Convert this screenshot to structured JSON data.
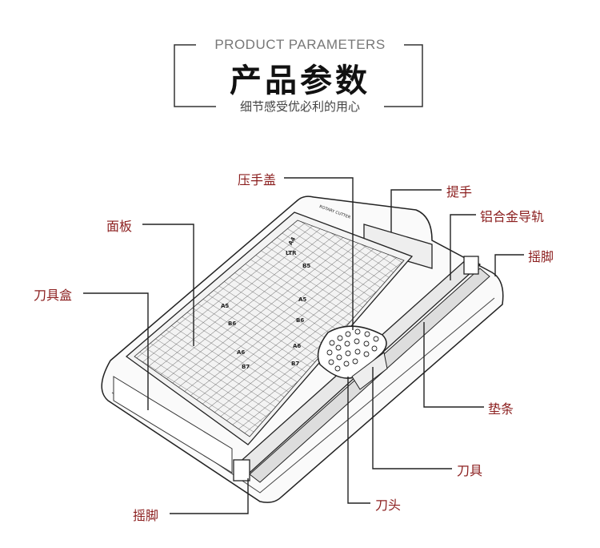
{
  "header": {
    "english_title": "PRODUCT PARAMETERS",
    "title": "产品参数",
    "subtitle": "细节感受优必利的用心"
  },
  "labels": {
    "press_cover": "压手盖",
    "handle": "提手",
    "aluminum_rail": "铝合金导轨",
    "foot_right": "摇脚",
    "panel": "面板",
    "blade_box": "刀具盒",
    "pad_strip": "垫条",
    "blade": "刀具",
    "cutter_head": "刀头",
    "foot_bottom": "摇脚"
  },
  "board_markings": {
    "brand": "ROTARY CUTTER",
    "paper_sizes_left": [
      "A4",
      "LTR",
      "B5",
      "A5",
      "B6",
      "A6",
      "B7"
    ],
    "paper_sizes_right": [
      "A5",
      "B6",
      "A6",
      "B7"
    ]
  },
  "colors": {
    "label": "#8b1e1e",
    "line": "#222222"
  }
}
